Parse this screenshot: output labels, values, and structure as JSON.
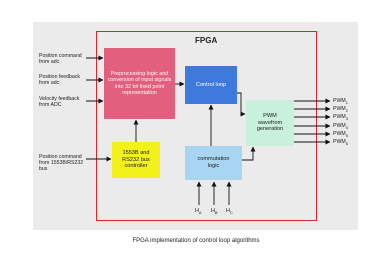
{
  "diagram": {
    "title": "FPGA",
    "inputs": [
      "Position command\nfrom adc",
      "Position feedback\nfrom adc",
      "Velocity feedback\nfrom ADC",
      "Position command\nfrom 1553B/RS232\nbus"
    ],
    "blocks": {
      "preprocessing": "Preprocessing logic and conversion of input signals into 32 bit fixed point representation",
      "control_loop": "Control loop",
      "pwm": "PWM\nwavefrom\ngeneration",
      "bus_controller": "1553B and\nRS232 bus\ncontroller",
      "commutation": "commutation\nlogic"
    },
    "outputs": [
      {
        "base": "PWM",
        "sub": "1"
      },
      {
        "base": "PWM",
        "sub": "2"
      },
      {
        "base": "PWM",
        "sub": "3"
      },
      {
        "base": "PWM",
        "sub": "4"
      },
      {
        "base": "PWM",
        "sub": "5"
      },
      {
        "base": "PWM",
        "sub": "6"
      }
    ],
    "hall_inputs": [
      {
        "base": "H",
        "sub": "A"
      },
      {
        "base": "H",
        "sub": "B"
      },
      {
        "base": "H",
        "sub": "C"
      }
    ],
    "colors": {
      "fpga_border": "#d6262b",
      "preprocessing": "#e25f7d",
      "control_loop": "#3f79dd",
      "pwm": "#c9f0dc",
      "bus_controller": "#f2f21a",
      "commutation": "#a8d6f2"
    }
  },
  "caption": "FPGA implementation of control loop algorithms"
}
